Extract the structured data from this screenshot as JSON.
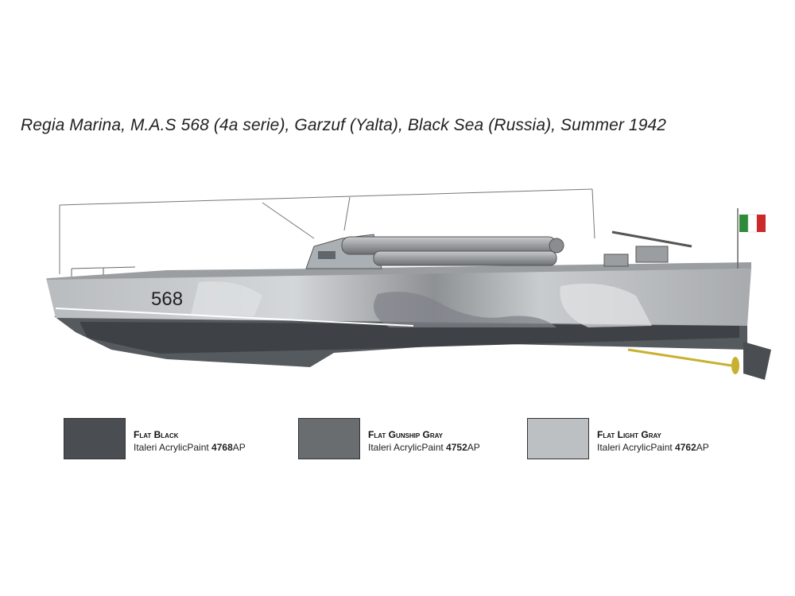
{
  "caption": "Regia Marina, M.A.S 568 (4a serie), Garzuf (Yalta), Black Sea (Russia), Summer 1942",
  "hull_number": "568",
  "colors": {
    "flat_black": "#4a4d51",
    "gunship_gray": "#6a6d70",
    "light_gray": "#bcc0c3",
    "flag_green": "#2e8b3a",
    "flag_red": "#cc2a2a"
  },
  "paints": [
    {
      "name": "Flat Black",
      "brand": "Italeri AcrylicPaint",
      "code": "4768",
      "suffix": "AP",
      "color": "#4a4d51"
    },
    {
      "name": "Flat Gunship Gray",
      "brand": "Italeri AcrylicPaint",
      "code": "4752",
      "suffix": "AP",
      "color": "#6a6d70"
    },
    {
      "name": "Flat Light Gray",
      "brand": "Italeri AcrylicPaint",
      "code": "4762",
      "suffix": "AP",
      "color": "#bcc0c3"
    }
  ]
}
